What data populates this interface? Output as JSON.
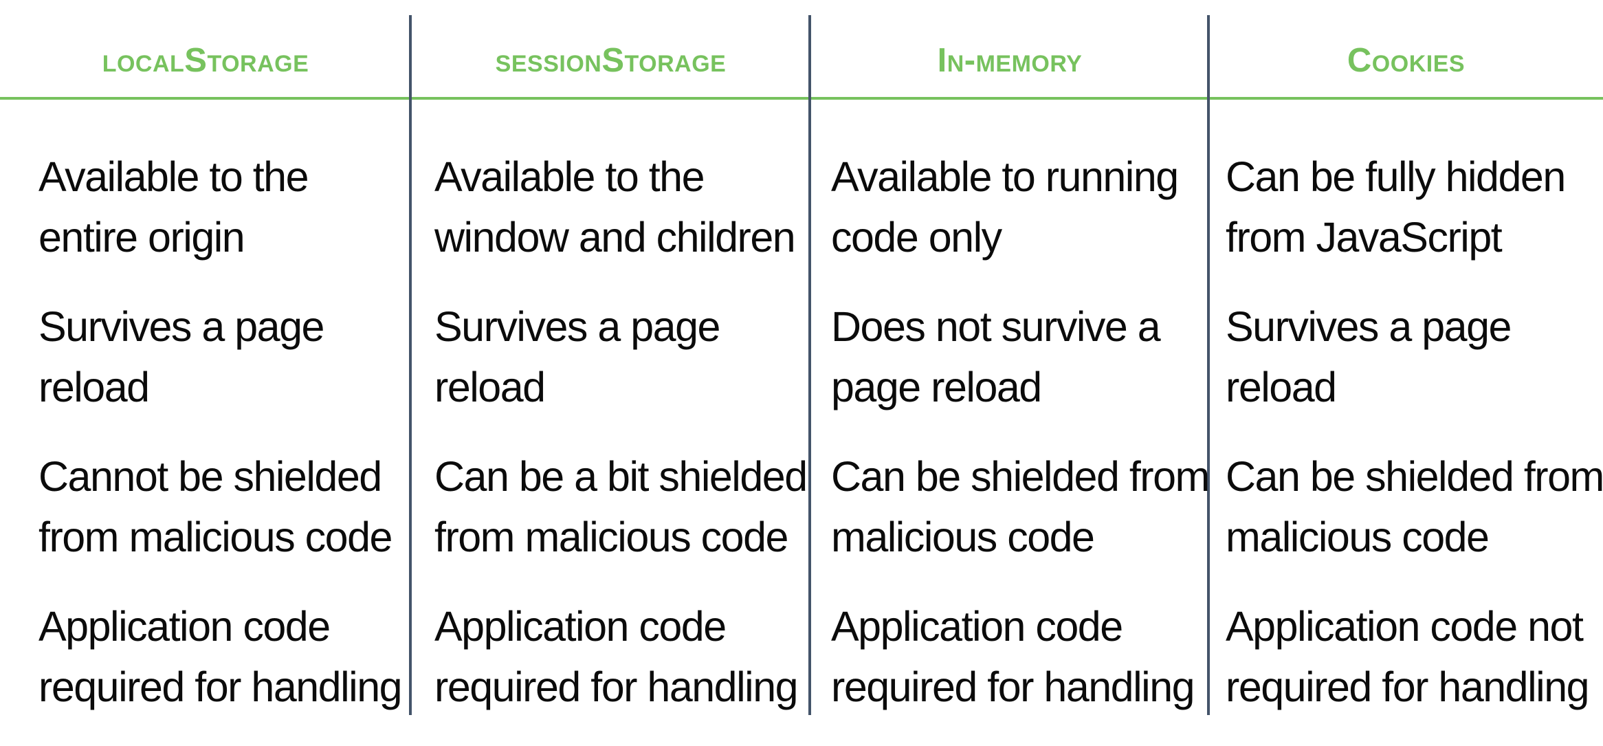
{
  "table": {
    "columns": [
      {
        "header": "localStorage",
        "cells": [
          [
            "Available to the",
            "entire origin"
          ],
          [
            "Survives a page",
            "reload"
          ],
          [
            "Cannot be shielded",
            "from malicious code"
          ],
          [
            "Application code",
            "required for handling"
          ]
        ]
      },
      {
        "header": "sessionStorage",
        "cells": [
          [
            "Available to the",
            "window and children"
          ],
          [
            "Survives a page",
            "reload"
          ],
          [
            "Can be a bit shielded",
            "from malicious code"
          ],
          [
            "Application code",
            "required for handling"
          ]
        ]
      },
      {
        "header": "In-memory",
        "cells": [
          [
            "Available to running",
            "code only"
          ],
          [
            "Does not survive a",
            "page reload"
          ],
          [
            "Can be shielded from",
            "malicious code"
          ],
          [
            "Application code",
            "required for handling"
          ]
        ]
      },
      {
        "header": "Cookies",
        "cells": [
          [
            "Can be fully hidden",
            "from JavaScript"
          ],
          [
            "Survives a page",
            "reload"
          ],
          [
            "Can be shielded from",
            "malicious code"
          ],
          [
            "Application code not",
            "required for handling"
          ]
        ]
      }
    ],
    "colors": {
      "accent_green": "#77C25E",
      "divider_navy": "#44546A",
      "text_ink": "#0B0B0B",
      "background": "#FFFFFF"
    }
  }
}
